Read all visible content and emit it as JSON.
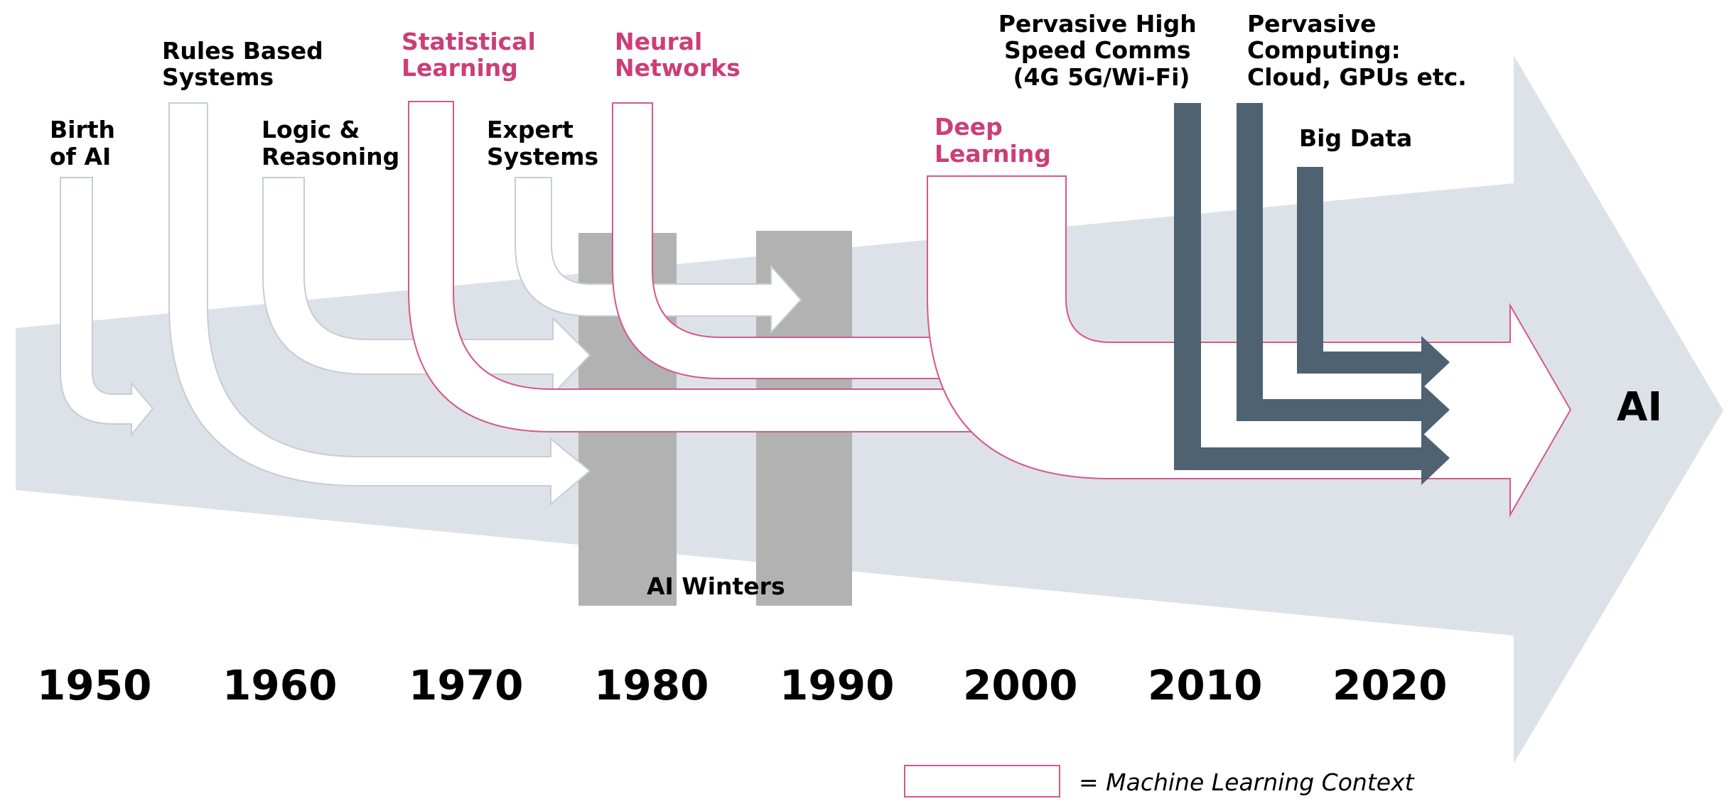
{
  "colors": {
    "background_arrow": "#dde2e8",
    "winter_band": "#b2b2b2",
    "flow_arrow_fill": "#ffffff",
    "flow_arrow_outline": "#c8cdd3",
    "ml_outline": "#d6588a",
    "ml_text": "#cc3e78",
    "infra_arrow": "#4e6272",
    "text": "#000000"
  },
  "labels": {
    "birth_of_ai": [
      "Birth",
      "of AI"
    ],
    "rules_based": [
      "Rules Based",
      "Systems"
    ],
    "logic_reasoning": [
      "Logic &",
      "Reasoning"
    ],
    "statistical_learning": [
      "Statistical",
      "Learning"
    ],
    "expert_systems": [
      "Expert",
      "Systems"
    ],
    "neural_networks": [
      "Neural",
      "Networks"
    ],
    "deep_learning": [
      "Deep",
      "Learning"
    ],
    "pervasive_comms": [
      "Pervasive High",
      "Speed Comms",
      "(4G 5G/Wi-Fi)"
    ],
    "pervasive_computing": [
      "Pervasive",
      "Computing:",
      "Cloud, GPUs etc."
    ],
    "big_data": [
      "Big Data"
    ],
    "ai_winters": "AI Winters",
    "ai": "AI"
  },
  "years": [
    "1950",
    "1960",
    "1970",
    "1980",
    "1990",
    "2000",
    "2010",
    "2020"
  ],
  "legend": {
    "text": "= Machine Learning Context"
  }
}
